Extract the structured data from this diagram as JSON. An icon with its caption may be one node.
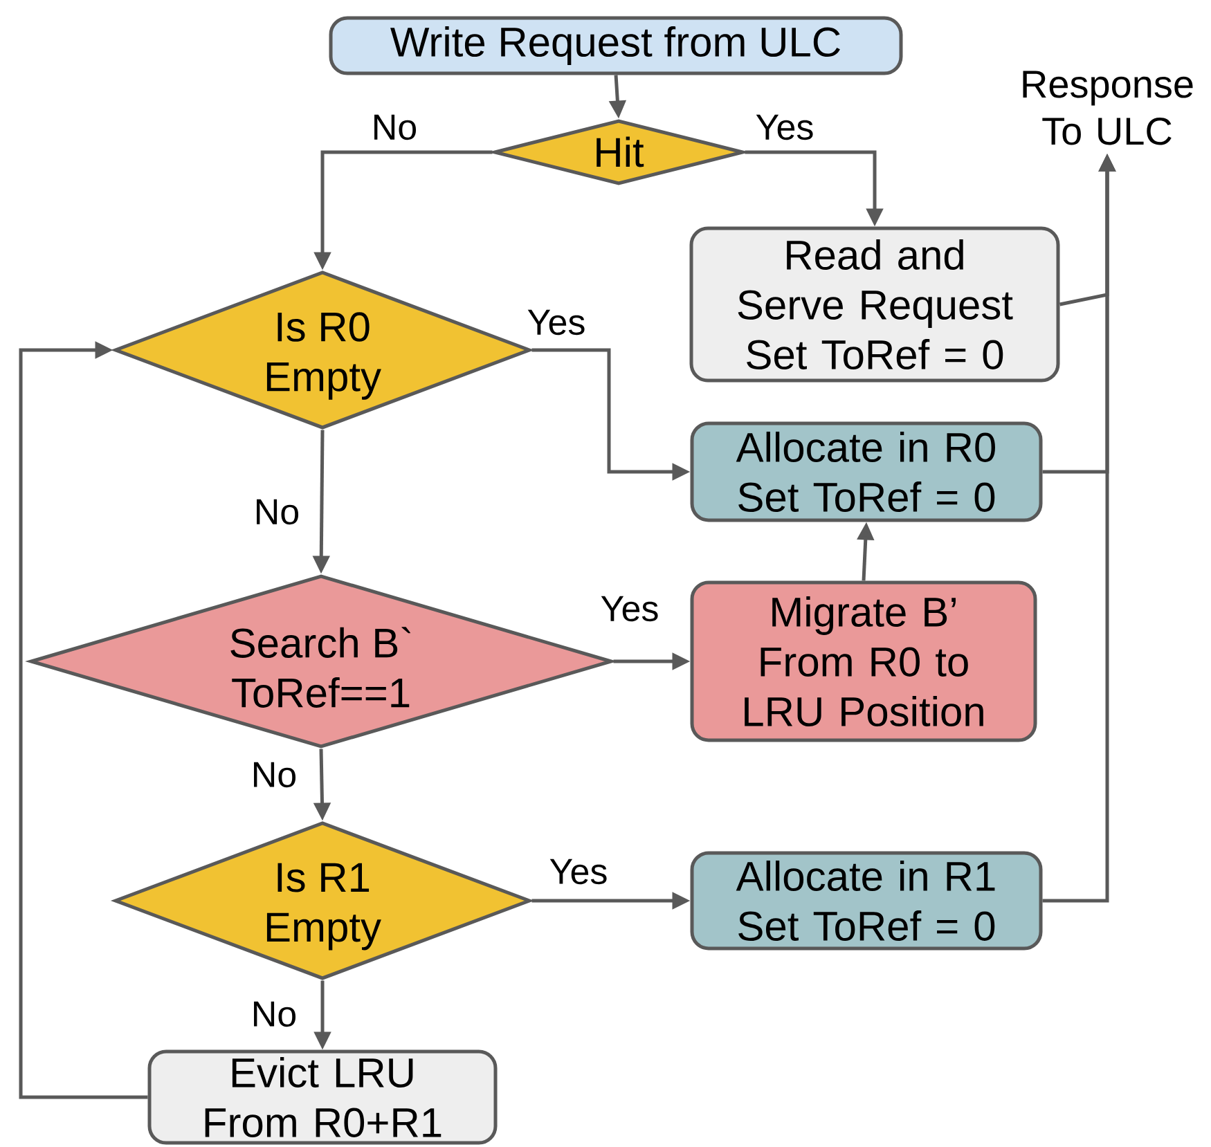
{
  "diagram": {
    "nodes": [
      {
        "text": [
          "Write Request from ULC"
        ]
      },
      {
        "text": [
          "Hit"
        ]
      },
      {
        "text": [
          "Read and Serve Request Set ToRef = 0"
        ]
      },
      {
        "text": [
          "Is R0 Empty"
        ]
      },
      {
        "text": [
          "Allocate in R0 Set ToRef = 0"
        ]
      },
      {
        "text": [
          "Search B` ToRef==1"
        ]
      },
      {
        "text": [
          "Migrate B’ From R0 to LRU Position"
        ]
      },
      {
        "text": [
          "Is R1 Empty"
        ]
      },
      {
        "text": [
          "Allocate in R1 Set ToRef = 0"
        ]
      },
      {
        "text": [
          "Evict LRU From R0+R1"
        ]
      },
      {
        "text": [
          "Response To ULC"
        ]
      }
    ],
    "edges": [
      {
        "from": 0,
        "to": 1,
        "arrow": "to"
      },
      {
        "from": 1,
        "to": 3,
        "arrow": "to",
        "label": "No"
      },
      {
        "from": 1,
        "to": 2,
        "arrow": "to",
        "label": "Yes"
      },
      {
        "from": 3,
        "to": 4,
        "arrow": "to",
        "label": "Yes"
      },
      {
        "from": 3,
        "to": 5,
        "arrow": "to",
        "label": "No"
      },
      {
        "from": 5,
        "to": 6,
        "arrow": "to",
        "label": "Yes"
      },
      {
        "from": 6,
        "to": 4,
        "arrow": "to"
      },
      {
        "from": 5,
        "to": 7,
        "arrow": "to",
        "label": "No"
      },
      {
        "from": 7,
        "to": 8,
        "arrow": "to",
        "label": "Yes"
      },
      {
        "from": 7,
        "to": 9,
        "arrow": "to",
        "label": "No"
      },
      {
        "from": 9,
        "to": 3,
        "arrow": "to"
      },
      {
        "from": 2,
        "to": 10,
        "arrow": "to"
      },
      {
        "from": 4,
        "to": 10,
        "arrow": "to"
      },
      {
        "from": 8,
        "to": 10,
        "arrow": "to"
      }
    ]
  }
}
